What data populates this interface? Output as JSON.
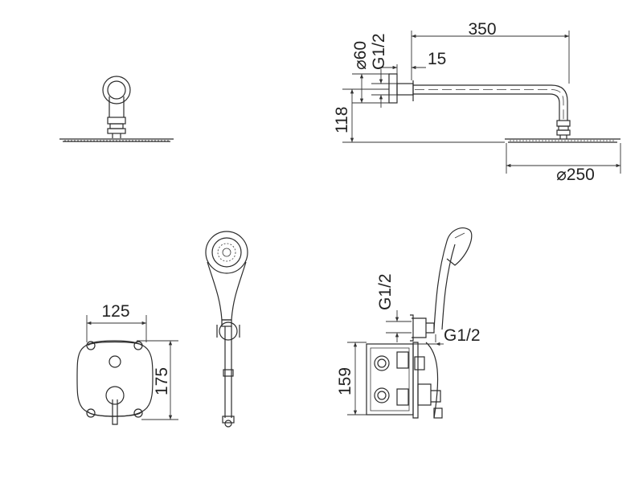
{
  "colors": {
    "line": "#2b2b2b",
    "background": "#ffffff"
  },
  "head_side": {
    "arm_length": "350",
    "flange_diameter": "⌀60",
    "thread": "G1/2",
    "wall_offset": "15",
    "arm_height": "118",
    "head_diameter": "⌀250"
  },
  "mixer_front": {
    "width": "125",
    "height": "175"
  },
  "mixer_side": {
    "body_depth": "159",
    "outlet_thread": "G1/2",
    "inlet_thread": "G1/2"
  }
}
